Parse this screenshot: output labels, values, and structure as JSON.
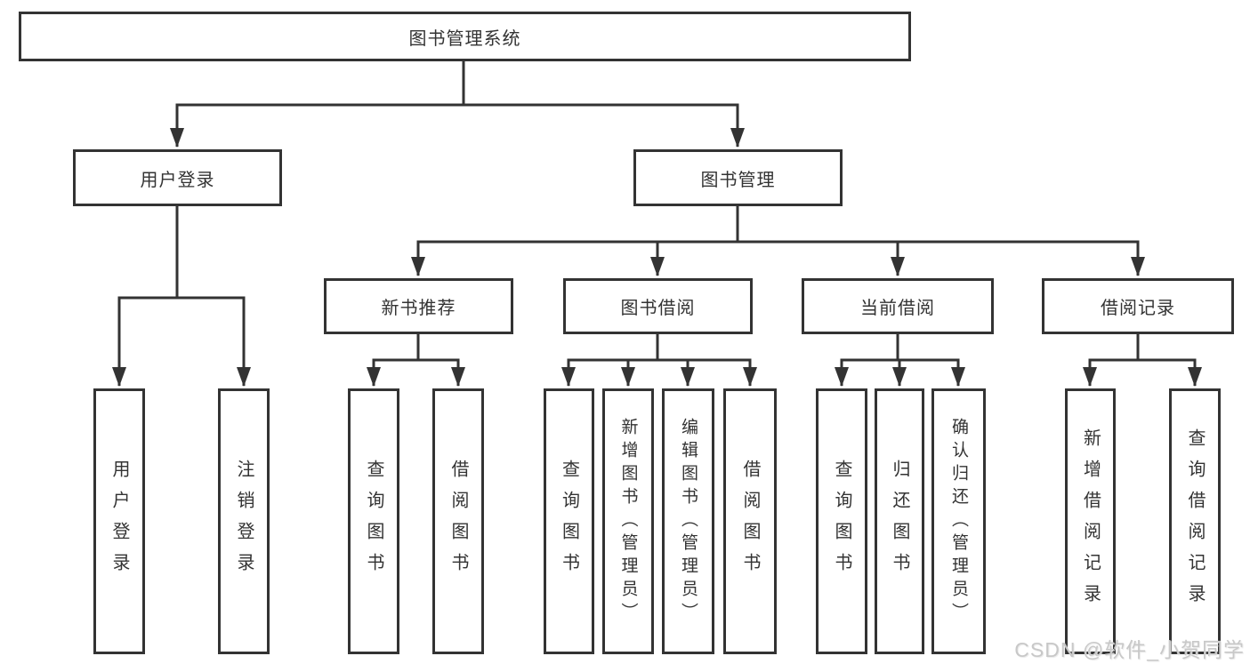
{
  "diagram": {
    "title_node": {
      "label": "图书管理系统"
    },
    "level2": [
      {
        "id": "user-login",
        "label": "用户登录"
      },
      {
        "id": "book-management",
        "label": "图书管理"
      }
    ],
    "level3": [
      {
        "id": "new-book-recommend",
        "label": "新书推荐"
      },
      {
        "id": "book-borrow",
        "label": "图书借阅"
      },
      {
        "id": "current-borrow",
        "label": "当前借阅"
      },
      {
        "id": "borrow-records",
        "label": "借阅记录"
      }
    ],
    "leaves": [
      {
        "id": "user-login",
        "parent": "user-login",
        "label": "用户登录"
      },
      {
        "id": "logout",
        "parent": "user-login",
        "label": "注销登录"
      },
      {
        "id": "query-books-recommend",
        "parent": "new-book-recommend",
        "label": "查询图书"
      },
      {
        "id": "borrow-books-recommend",
        "parent": "new-book-recommend",
        "label": "借阅图书"
      },
      {
        "id": "query-books-borrow",
        "parent": "book-borrow",
        "label": "查询图书"
      },
      {
        "id": "add-book-admin",
        "parent": "book-borrow",
        "label": "新增图书（管理员）"
      },
      {
        "id": "edit-book-admin",
        "parent": "book-borrow",
        "label": "编辑图书（管理员）"
      },
      {
        "id": "borrow-books-borrow",
        "parent": "book-borrow",
        "label": "借阅图书"
      },
      {
        "id": "query-books-current",
        "parent": "current-borrow",
        "label": "查询图书"
      },
      {
        "id": "return-book",
        "parent": "current-borrow",
        "label": "归还图书"
      },
      {
        "id": "confirm-return-admin",
        "parent": "current-borrow",
        "label": "确认归还（管理员）"
      },
      {
        "id": "add-borrow-record",
        "parent": "borrow-records",
        "label": "新增借阅记录"
      },
      {
        "id": "query-borrow-record",
        "parent": "borrow-records",
        "label": "查询借阅记录"
      }
    ],
    "watermark": "CSDN @软件_小贺同学",
    "colors": {
      "line": "#333333",
      "text": "#333333",
      "watermark": "#c8c8c8",
      "background": "#ffffff"
    }
  }
}
